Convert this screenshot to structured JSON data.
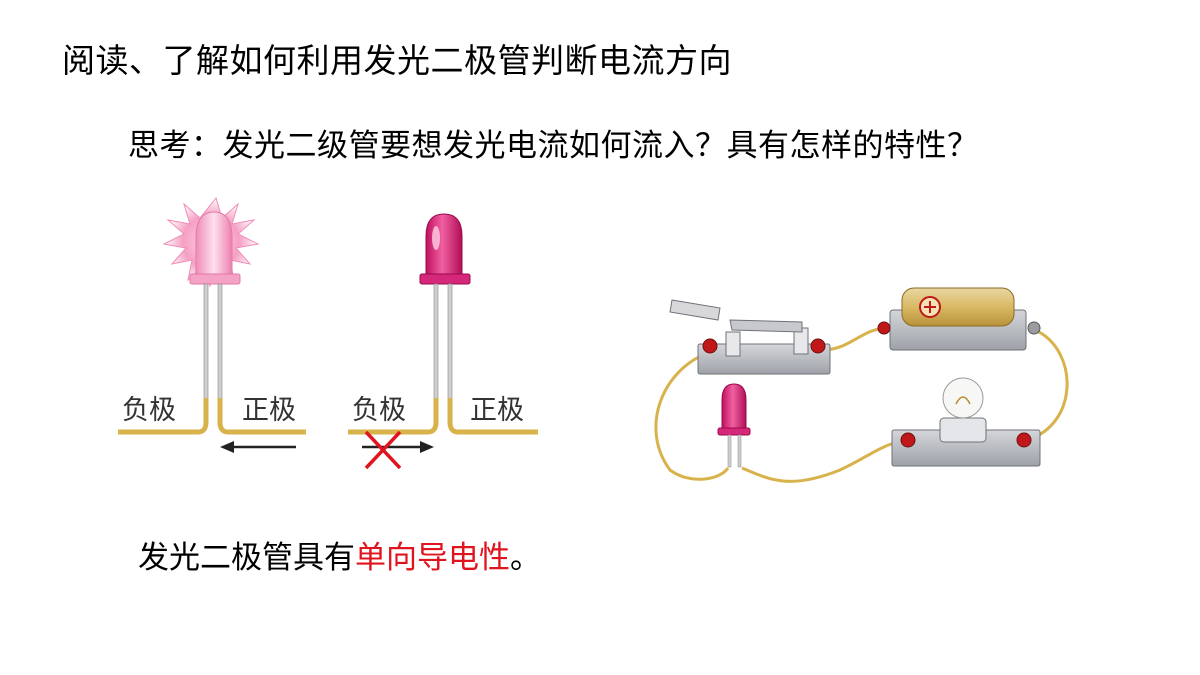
{
  "slide": {
    "heading": "阅读、了解如何利用发光二极管判断电流方向",
    "question": "思考：发光二级管要想发光电流如何流入？具有怎样的特性？",
    "conclusion_prefix": "发光二极管具有",
    "conclusion_highlight": "单向导电性",
    "conclusion_suffix": "。"
  },
  "led_figure": {
    "left_led": {
      "negative_label": "负极",
      "positive_label": "正极",
      "state": "lit"
    },
    "right_led": {
      "negative_label": "负极",
      "positive_label": "正极",
      "state": "unlit"
    }
  },
  "colors": {
    "highlight": "#e0141e",
    "led_pink": "#e0307a",
    "wire_gold": "#d8b24a",
    "cross_red": "#e0141e"
  },
  "icons": [
    "led-lit-icon",
    "led-unlit-icon",
    "current-arrow-icon",
    "cross-icon",
    "knife-switch-icon",
    "battery-icon",
    "bulb-icon"
  ]
}
